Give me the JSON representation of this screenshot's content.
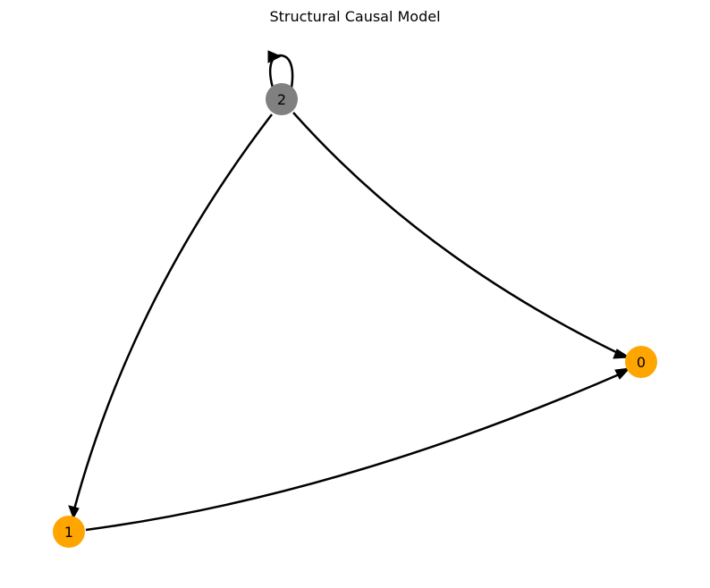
{
  "title": "Structural Causal Model",
  "colors": {
    "observed_node": "#FFA500",
    "latent_node": "#808080",
    "edge": "#000000"
  },
  "nodes": [
    {
      "id": "2",
      "label": "2",
      "color": "#808080"
    },
    {
      "id": "0",
      "label": "0",
      "color": "#FFA500"
    },
    {
      "id": "1",
      "label": "1",
      "color": "#FFA500"
    }
  ],
  "edges": [
    {
      "from": "2",
      "to": "2"
    },
    {
      "from": "2",
      "to": "0"
    },
    {
      "from": "2",
      "to": "1"
    },
    {
      "from": "1",
      "to": "0"
    }
  ]
}
